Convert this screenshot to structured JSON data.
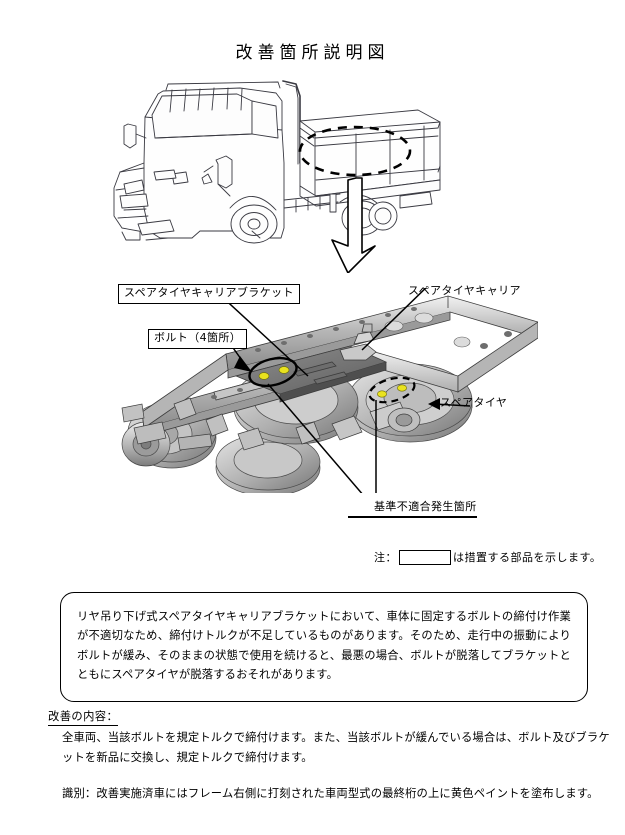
{
  "document": {
    "title": "改善箇所説明図"
  },
  "figures": {
    "truck": {
      "name": "flatbed-truck-illustration",
      "highlight_shape": "dashed-ellipse",
      "pointer": "hollow-down-arrow"
    },
    "chassis": {
      "name": "chassis-frame-illustration",
      "highlight_color": "#e9e21f",
      "highlight_shape": "dashed-ellipse"
    }
  },
  "callouts": [
    {
      "id": "bracket",
      "label": "スペアタイヤキャリアブラケット",
      "boxed": true
    },
    {
      "id": "bolt",
      "label": "ボルト（4箇所）",
      "boxed": true
    },
    {
      "id": "carrier",
      "label": "スペアタイヤキャリア",
      "boxed": false
    },
    {
      "id": "tire",
      "label": "スペアタイヤ",
      "boxed": false
    },
    {
      "id": "defect",
      "label": "基準不適合発生箇所",
      "boxed": false,
      "underlined": true
    }
  ],
  "note": {
    "prefix": "注：",
    "suffix": "は措置する部品を示します。"
  },
  "description": {
    "text": "リヤ吊り下げ式スペアタイヤキャリアブラケットにおいて、車体に固定するボルトの締付け作業が不適切なため、締付けトルクが不足しているものがあります。そのため、走行中の振動によりボルトが緩み、そのままの状態で使用を続けると、最悪の場合、ボルトが脱落してブラケットとともにスペアタイヤが脱落するおそれがあります。"
  },
  "improvement": {
    "heading": "改善の内容：",
    "body": "全車両、当該ボルトを規定トルクで締付けます。また、当該ボルトが緩んでいる場合は、ボルト及びブラケットを新品に交換し、規定トルクで締付けます。",
    "identification": "識別：改善実施済車にはフレーム右側に打刻された車両型式の最終桁の上に黄色ペイントを塗布します。"
  }
}
